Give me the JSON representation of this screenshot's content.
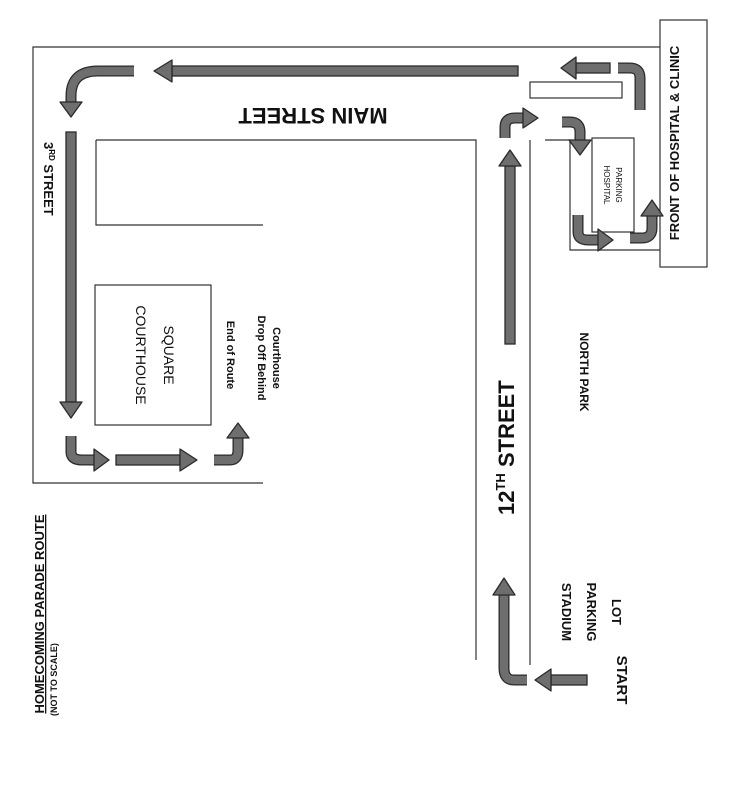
{
  "map": {
    "title": "HOMECOMING PARADE ROUTE",
    "subtitle": "(NOT TO SCALE)",
    "labels": {
      "main_street": "MAIN STREET",
      "third_street": "3",
      "third_street_sup": "RD",
      "third_street_rest": " STREET",
      "twelfth_street": "12",
      "twelfth_street_sup": "TH",
      "twelfth_street_rest": " STREET",
      "courthouse_line1": "COURTHOUSE",
      "courthouse_line2": "SQUARE",
      "end_of_route": "End of Route",
      "dropoff_line1": "Drop Off Behind",
      "dropoff_line2": "Courthouse",
      "north_park": "NORTH PARK",
      "stadium_line1": "STADIUM",
      "stadium_line2": "PARKING",
      "stadium_line3": "LOT",
      "start": "START",
      "hospital_parking_line1": "HOSPITAL",
      "hospital_parking_line2": "PARKING",
      "hospital_front": "FRONT OF HOSPITAL & CLINIC"
    },
    "colors": {
      "arrow_fill": "#6e6e6e",
      "arrow_stroke": "#2a2a2a",
      "line": "#333333"
    }
  }
}
